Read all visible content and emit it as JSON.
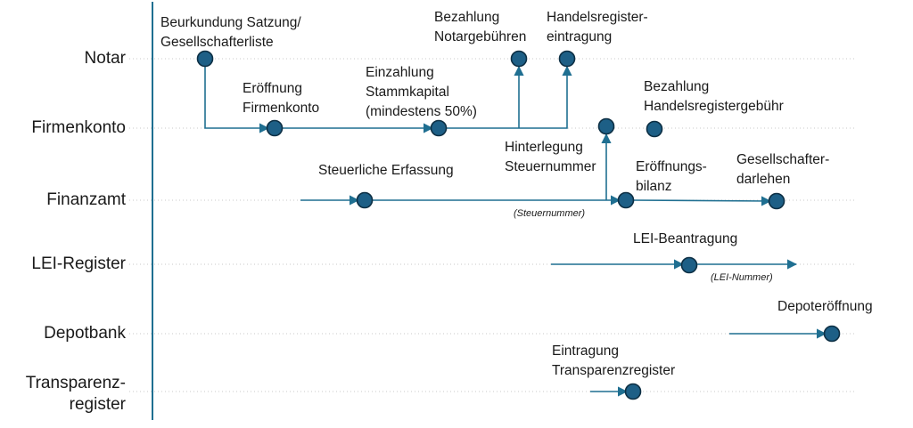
{
  "lanes": [
    {
      "id": "notar",
      "label": [
        "Notar"
      ]
    },
    {
      "id": "firmenkonto",
      "label": [
        "Firmenkonto"
      ]
    },
    {
      "id": "finanzamt",
      "label": [
        "Finanzamt"
      ]
    },
    {
      "id": "lei",
      "label": [
        "LEI-Register"
      ]
    },
    {
      "id": "depotbank",
      "label": [
        "Depotbank"
      ]
    },
    {
      "id": "transparenz",
      "label": [
        "Transparenz-",
        "register"
      ]
    }
  ],
  "events": [
    {
      "id": "beurkundung",
      "lane": "notar",
      "label": [
        "Beurkundung Satzung/",
        "Gesellschafterliste"
      ]
    },
    {
      "id": "bezahlung-notar",
      "lane": "notar",
      "label": [
        "Bezahlung",
        "Notargebühren"
      ]
    },
    {
      "id": "handelsregistereintragung",
      "lane": "notar",
      "label": [
        "Handelsregister-",
        "eintragung"
      ]
    },
    {
      "id": "eroeffnung-konto",
      "lane": "firmenkonto",
      "label": [
        "Eröffnung",
        "Firmenkonto"
      ]
    },
    {
      "id": "einzahlung",
      "lane": "firmenkonto",
      "label": [
        "Einzahlung",
        "Stammkapital",
        "(mindestens 50%)"
      ]
    },
    {
      "id": "hinterlegung",
      "lane": "firmenkonto",
      "label": [
        "Hinterlegung",
        "Steuernummer"
      ]
    },
    {
      "id": "bezahlung-hr",
      "lane": "firmenkonto",
      "label": [
        "Bezahlung",
        "Handelsregistergebühr"
      ]
    },
    {
      "id": "steuerliche-erfassung",
      "lane": "finanzamt",
      "label": [
        "Steuerliche Erfassung"
      ]
    },
    {
      "id": "eroeffnungsbilanz",
      "lane": "finanzamt",
      "label": [
        "Eröffnungs-",
        "bilanz"
      ]
    },
    {
      "id": "gesellschafterdarlehen",
      "lane": "finanzamt",
      "label": [
        "Gesellschafter-",
        "darlehen"
      ]
    },
    {
      "id": "lei-beantragung",
      "lane": "lei",
      "label": [
        "LEI-Beantragung"
      ]
    },
    {
      "id": "depoteroeffnung",
      "lane": "depotbank",
      "label": [
        "Depoteröffnung"
      ]
    },
    {
      "id": "transparenzregister",
      "lane": "transparenz",
      "label": [
        "Eintragung",
        "Transparenzregister"
      ]
    }
  ],
  "notes": [
    {
      "id": "steuernummer-note",
      "text": "(Steuernummer)"
    },
    {
      "id": "lei-nummer-note",
      "text": "(LEI-Nummer)"
    }
  ],
  "colors": {
    "node_fill": "#1d5f86",
    "node_stroke": "#0d2f44",
    "flow": "#1f6f91",
    "axis": "#1f6f91",
    "lane_line": "#c8c8c8"
  }
}
